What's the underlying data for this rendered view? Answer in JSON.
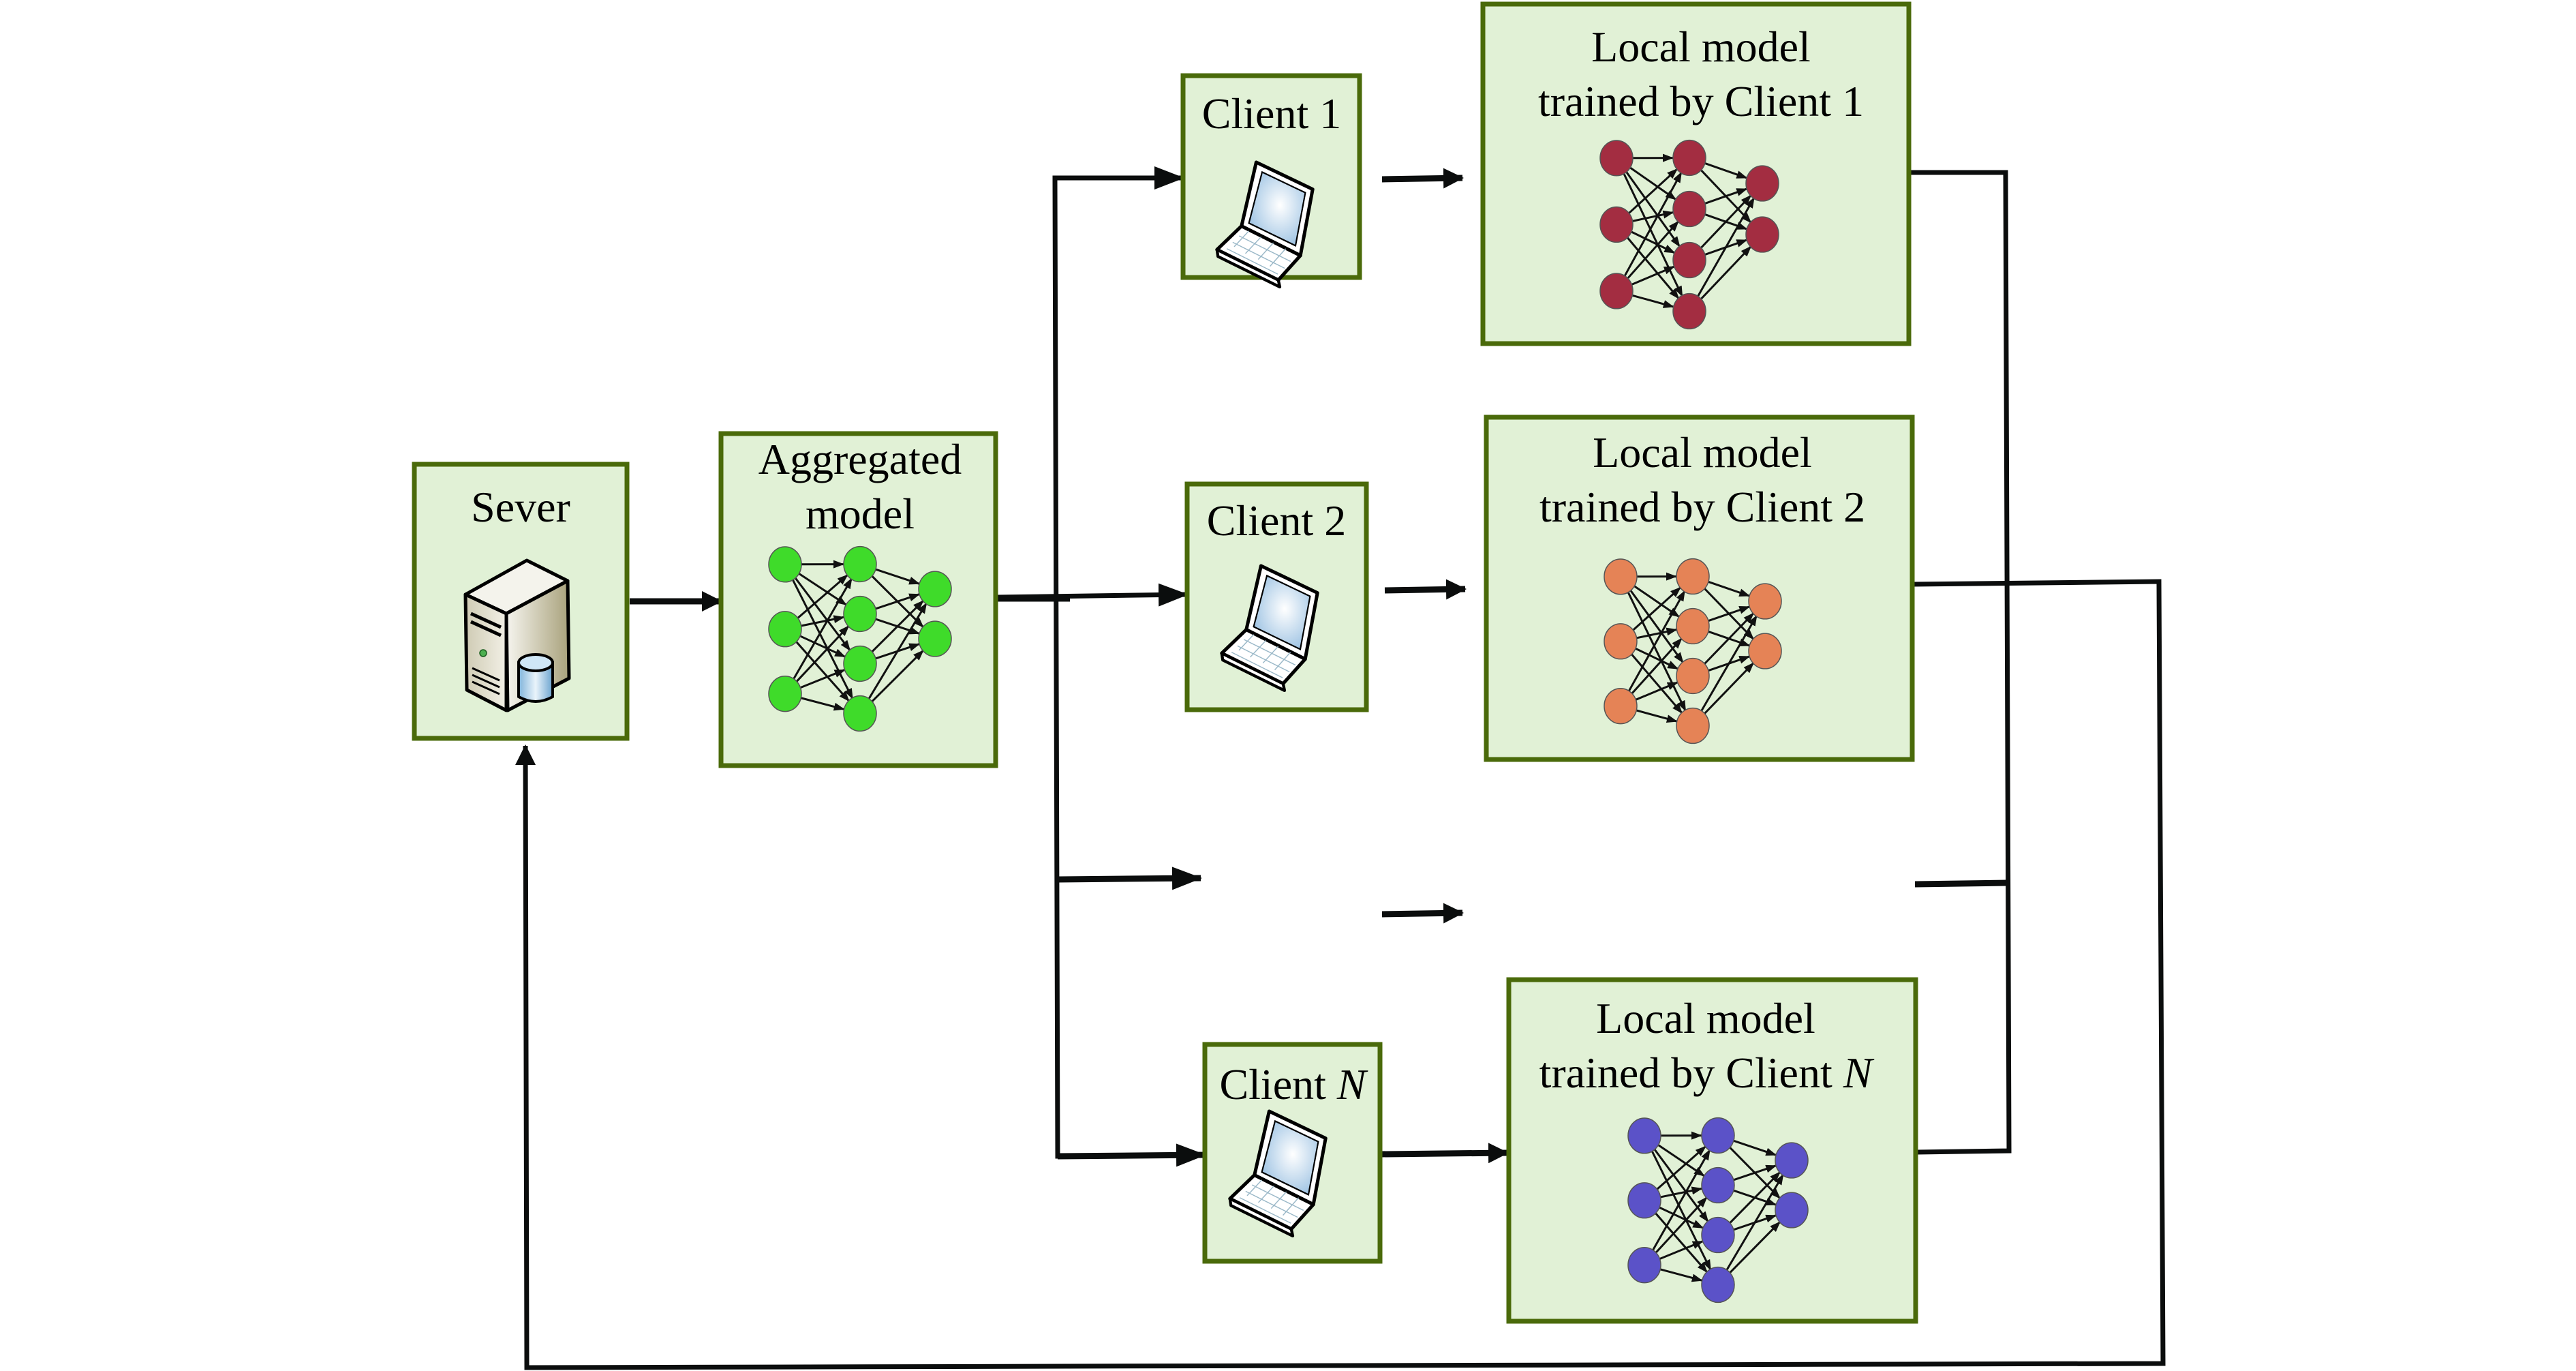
{
  "diagram": {
    "server": {
      "label": "Sever",
      "icon": "server-database-icon"
    },
    "aggregated": {
      "label_line1": "Aggregated",
      "label_line2": "model",
      "icon": "neural-network-icon",
      "node_color": "#3fdb2a"
    },
    "clients": [
      {
        "id": "client-1",
        "label": "Client",
        "suffix": "1",
        "suffix_italic": false,
        "icon": "laptop-icon"
      },
      {
        "id": "client-2",
        "label": "Client",
        "suffix": "2",
        "suffix_italic": false,
        "icon": "laptop-icon"
      },
      {
        "id": "client-n",
        "label": "Client",
        "suffix": "N",
        "suffix_italic": true,
        "icon": "laptop-icon"
      }
    ],
    "local_models": [
      {
        "id": "local-model-1",
        "line1": "Local model",
        "line2": "trained by Client",
        "suffix": "1",
        "suffix_italic": false,
        "node_color": "#a32d41",
        "icon": "neural-network-icon"
      },
      {
        "id": "local-model-2",
        "line1": "Local model",
        "line2": "trained by Client",
        "suffix": "2",
        "suffix_italic": false,
        "node_color": "#e58356",
        "icon": "neural-network-icon"
      },
      {
        "id": "local-model-n",
        "line1": "Local model",
        "line2": "trained by Client",
        "suffix": "N",
        "suffix_italic": true,
        "node_color": "#5b52c8",
        "icon": "neural-network-icon"
      }
    ],
    "network_topology": {
      "layers": [
        3,
        4,
        2
      ]
    },
    "colors": {
      "box_fill": "#e1f1d6",
      "box_border": "#4a6a0a",
      "line": "#0b0d0d"
    },
    "flows": [
      {
        "from": "server",
        "to": "aggregated"
      },
      {
        "from": "aggregated",
        "to": "client-1"
      },
      {
        "from": "aggregated",
        "to": "client-2"
      },
      {
        "from": "aggregated",
        "to": "client-ellipsis"
      },
      {
        "from": "aggregated",
        "to": "client-n"
      },
      {
        "from": "client-1",
        "to": "local-model-1"
      },
      {
        "from": "client-2",
        "to": "local-model-2"
      },
      {
        "from": "client-ellipsis",
        "to": "local-model-ellipsis"
      },
      {
        "from": "client-n",
        "to": "local-model-n"
      },
      {
        "from": "local-models",
        "to": "server"
      }
    ]
  }
}
